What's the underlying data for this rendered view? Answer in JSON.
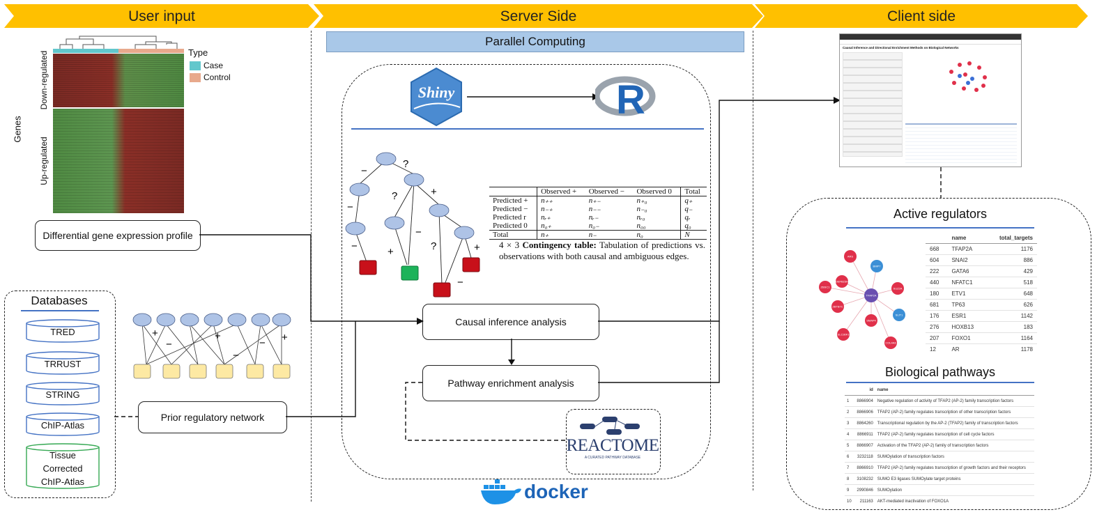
{
  "banners": {
    "user_input": "User input",
    "server_side": "Server Side",
    "client_side": "Client side"
  },
  "colors": {
    "banner": "#ffc000",
    "parallel": "#a9c8e8",
    "case": "#62c7cc",
    "control": "#e8a98c",
    "green_node": "#1db35a",
    "red_node": "#c8101a",
    "yellow_node": "#fde9a3",
    "blue_node": "#aec3e6",
    "accent_line": "#4472c4"
  },
  "heatmap": {
    "type_title": "Type",
    "legend": [
      "Case",
      "Control"
    ],
    "row_axis": "Genes",
    "groups": [
      "Down-regulated",
      "Up-regulated"
    ]
  },
  "boxes": {
    "dge": "Differential gene expression profile",
    "prior": "Prior regulatory network",
    "causal": "Causal inference analysis",
    "pathway": "Pathway enrichment analysis"
  },
  "databases": {
    "title": "Databases",
    "items": [
      "TRED",
      "TRRUST",
      "STRING",
      "ChIP-Atlas",
      "Tissue Corrected ChIP-Atlas"
    ]
  },
  "parallel": "Parallel Computing",
  "logos": {
    "shiny": "Shiny",
    "r": "R",
    "reactome": "REACTOME",
    "reactome_sub": "A CURATED PATHWAY DATABASE",
    "docker": "docker"
  },
  "contingency": {
    "header": [
      "",
      "Observed +",
      "Observed −",
      "Observed 0",
      "Total"
    ],
    "rows": [
      [
        "Predicted +",
        "n₊₊",
        "n₊₋",
        "n₊₀",
        "q₊"
      ],
      [
        "Predicted −",
        "n₋₊",
        "n₋₋",
        "n₋₀",
        "q₋"
      ],
      [
        "Predicted r",
        "nᵣ₊",
        "nᵣ₋",
        "nᵣ₀",
        "qᵣ"
      ],
      [
        "Predicted 0",
        "n₀₊",
        "n₀₋",
        "n₀₀",
        "q₀"
      ],
      [
        "Total",
        "n₊",
        "n₋",
        "n₀",
        "N"
      ]
    ],
    "caption_lead": "4 × 3",
    "caption_bold": "Contingency table:",
    "caption_rest": " Tabulation of predictions vs. observations with both causal and ambiguous edges."
  },
  "dag_signs": [
    "−",
    "?",
    "?",
    "+",
    "−",
    "−",
    "−",
    "?",
    "+",
    "+",
    "−"
  ],
  "prior_signs": [
    "+",
    "−",
    "+",
    "−",
    "−",
    "+"
  ],
  "active_regulators": {
    "title": "Active regulators",
    "columns": [
      "",
      "name",
      "total_targets"
    ],
    "rows": [
      [
        "668",
        "TFAP2A",
        "1176"
      ],
      [
        "604",
        "SNAI2",
        "886"
      ],
      [
        "222",
        "GATA6",
        "429"
      ],
      [
        "440",
        "NFATC1",
        "518"
      ],
      [
        "180",
        "ETV1",
        "648"
      ],
      [
        "681",
        "TP63",
        "626"
      ],
      [
        "176",
        "ESR1",
        "1142"
      ],
      [
        "276",
        "HOXB13",
        "183"
      ],
      [
        "207",
        "FOXO1",
        "1164"
      ],
      [
        "12",
        "AR",
        "1178"
      ]
    ],
    "network": {
      "center": "TFAP2A",
      "nodes": [
        "ARS",
        "BMP7",
        "DEFB23H",
        "SUZ2A",
        "ZBSC1",
        "ZBTB7C",
        "SLIT1",
        "SMAP4",
        "SLC30F3",
        "COL4A6"
      ]
    }
  },
  "pathways": {
    "title": "Biological pathways",
    "columns": [
      "",
      "id",
      "name"
    ],
    "rows": [
      [
        "1",
        "8866904",
        "Negative regulation of activity of TFAP2 (AP-2) family transcription factors"
      ],
      [
        "2",
        "8866906",
        "TFAP2 (AP-2) family regulates transcription of other transcription factors"
      ],
      [
        "3",
        "8864260",
        "Transcriptional regulation by the AP-2 (TFAP2) family of transcription factors"
      ],
      [
        "4",
        "8866911",
        "TFAP2 (AP-2) family regulates transcription of cell cycle factors"
      ],
      [
        "5",
        "8866907",
        "Activation of the TFAP2 (AP-2) family of transcription factors"
      ],
      [
        "6",
        "3232118",
        "SUMOylation of transcription factors"
      ],
      [
        "7",
        "8866910",
        "TFAP2 (AP-2) family regulates transcription of growth factors and their receptors"
      ],
      [
        "8",
        "3108232",
        "SUMO E3 ligases SUMOylate target proteins"
      ],
      [
        "9",
        "2990846",
        "SUMOylation"
      ],
      [
        "10",
        "211163",
        "AKT-mediated inactivation of FOXO1A"
      ]
    ]
  },
  "screenshot": {
    "title": "Causal Inference and Directional Enrichment Methods on Biological Networks"
  }
}
